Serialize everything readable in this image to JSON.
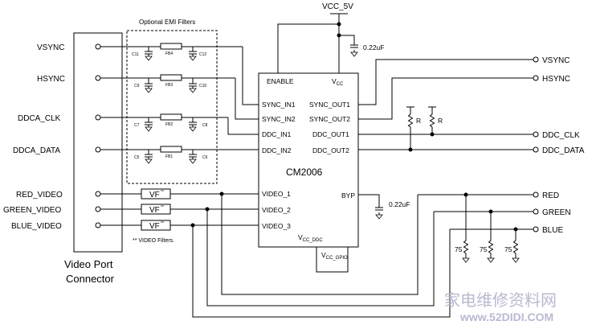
{
  "connector": {
    "name_line1": "Video Port",
    "name_line2": "Connector",
    "pins": [
      "VSYNC",
      "HSYNC",
      "DDCA_CLK",
      "DDCA_DATA",
      "RED_VIDEO",
      "GREEN_VIDEO",
      "BLUE_VIDEO"
    ]
  },
  "emi": {
    "title": "Optional EMI Filters",
    "rows": [
      {
        "c_left": "C11",
        "fb": "FB4",
        "c_right": "C12"
      },
      {
        "c_left": "C9",
        "fb": "FB3",
        "c_right": "C10"
      },
      {
        "c_left": "C7",
        "fb": "FB2",
        "c_right": "C8"
      },
      {
        "c_left": "C5",
        "fb": "FB1",
        "c_right": "C6"
      }
    ]
  },
  "video_filters": {
    "label": "VF",
    "marker": "**",
    "note": "** VIDEO Filters."
  },
  "chip": {
    "name": "CM2006",
    "left_pins": [
      "SYNC_IN1",
      "SYNC_IN2",
      "DDC_IN1",
      "DDC_IN2",
      "VIDEO_1",
      "VIDEO_2",
      "VIDEO_3"
    ],
    "right_pins": [
      "SYNC_OUT1",
      "SYNC_OUT2",
      "DDC_OUT1",
      "DDC_OUT2",
      "BYP"
    ],
    "enable": "ENABLE",
    "vcc_main": "V",
    "vcc_sub": "CC",
    "vcc_ddc_main": "V",
    "vcc_ddc_sub": "CC_DDC",
    "vcc_gpio_main": "V",
    "vcc_gpio_sub": "CC_GPIO"
  },
  "supply": {
    "label": "VCC_5V",
    "decoupling_cap": "0.22uF"
  },
  "byp_cap": "0.22uF",
  "pullups": [
    "R",
    "R"
  ],
  "terminations": [
    "75",
    "75",
    "75"
  ],
  "outputs": [
    "VSYNC",
    "HSYNC",
    "DDC_CLK",
    "DDC_DATA",
    "RED",
    "GREEN",
    "BLUE"
  ],
  "watermark": {
    "chinese": "家电维修资料网",
    "url": "www.52DIDI.COM"
  }
}
